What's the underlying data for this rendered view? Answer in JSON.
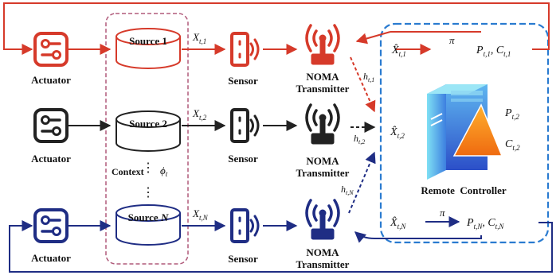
{
  "colors": {
    "red": "#d63a2a",
    "black": "#222222",
    "navy": "#1f2d84",
    "context_border": "#b05a7a",
    "controller_border": "#2a7bd0",
    "server_blue": "#3b6fd8",
    "server_light": "#6fd0ee",
    "triangle": "#f28a1a"
  },
  "rows": [
    {
      "id": "row1",
      "actuator_label": "Actuator",
      "source_label": "Source 1",
      "signal_label": "X_{t,1}",
      "sensor_label": "Sensor",
      "transmitter_line1": "NOMA",
      "transmitter_line2": "Transmitter",
      "channel_label": "h_{t,1}",
      "estimate_label": "X̂_{t,1}",
      "policy_label": "π",
      "output_label": "P_{t,1}, C_{t,1}"
    },
    {
      "id": "row2",
      "actuator_label": "Actuator",
      "source_label": "Source 2",
      "signal_label": "X_{t,2}",
      "sensor_label": "Sensor",
      "transmitter_line1": "NOMA",
      "transmitter_line2": "Transmitter",
      "channel_label": "h_{t,2}",
      "estimate_label": "X̂_{t,2}",
      "output_p": "P_{t,2}",
      "output_c": "C_{t,2}"
    },
    {
      "id": "rowN",
      "actuator_label": "Actuator",
      "source_label": "Source N",
      "signal_label": "X_{t,N}",
      "sensor_label": "Sensor",
      "transmitter_line1": "NOMA",
      "transmitter_line2": "Transmitter",
      "channel_label": "h_{t,N}",
      "estimate_label": "X̂_{t,N}",
      "policy_label": "π",
      "output_label": "P_{t,N}, C_{t,N}"
    }
  ],
  "context_label": "Context",
  "context_symbol": "φ_t",
  "controller_label": "Remote  Controller"
}
